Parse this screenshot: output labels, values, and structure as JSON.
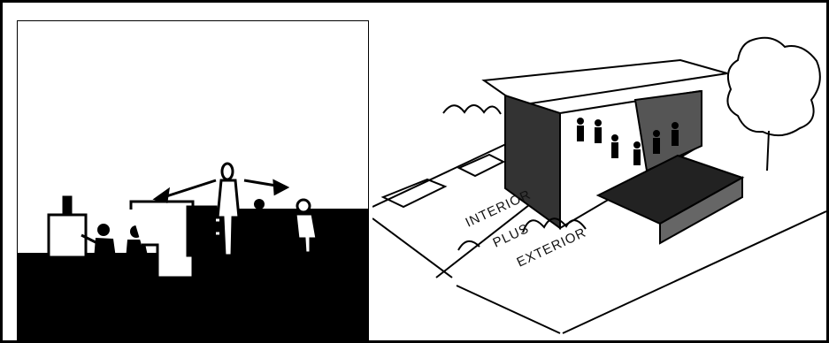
{
  "figure": {
    "left_panel": {
      "icons": [
        "easel-icon",
        "person-icon",
        "arrow-icon",
        "furniture-icon"
      ]
    },
    "right_panel": {
      "label_line1": "INTERIOR",
      "label_line2": "PLUS",
      "label_line3": "EXTERIOR",
      "icons": [
        "building-icon",
        "tree-icon",
        "deck-icon",
        "people-icon"
      ]
    }
  }
}
